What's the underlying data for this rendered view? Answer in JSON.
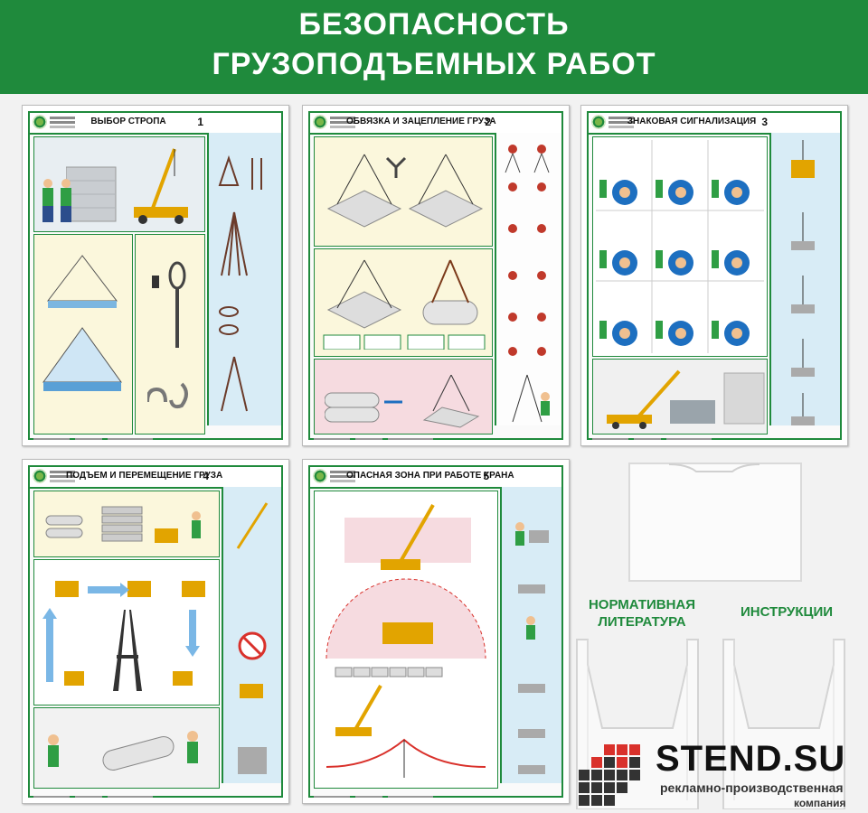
{
  "header": {
    "line1": "БЕЗОПАСНОСТЬ",
    "line2": "ГРУЗОПОДЪЕМНЫХ РАБОТ",
    "bg_color": "#1f8a3c"
  },
  "posters": [
    {
      "title": "ВЫБОР СТРОПА",
      "number": "1"
    },
    {
      "title": "ОБВЯЗКА И ЗАЦЕПЛЕНИЕ ГРУЗА",
      "number": "2"
    },
    {
      "title": "ЗНАКОВАЯ СИГНАЛИЗАЦИЯ",
      "number": "3"
    },
    {
      "title": "ПОДЪЕМ И ПЕРЕМЕЩЕНИЕ ГРУЗА",
      "number": "4"
    },
    {
      "title": "ОПАСНАЯ ЗОНА ПРИ РАБОТЕ КРАНА",
      "number": "5"
    }
  ],
  "pockets": {
    "left_label": "НОРМАТИВНАЯ ЛИТЕРАТУРА",
    "right_label": "ИНСТРУКЦИИ"
  },
  "logo": {
    "name": "STEND.SU",
    "tagline_1": "рекламно-производственная",
    "tagline_2": "компания",
    "red": "#d9312b",
    "dark": "#333333"
  }
}
